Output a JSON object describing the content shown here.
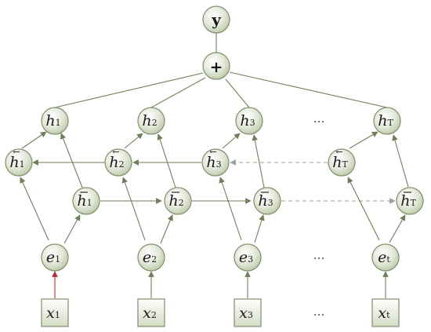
{
  "diagram": {
    "output": {
      "label": "y"
    },
    "sum": {
      "label": "+"
    },
    "ellipsis": "…",
    "overbar": "←",
    "inputs": [
      {
        "base": "x",
        "sub": "1"
      },
      {
        "base": "x",
        "sub": "2"
      },
      {
        "base": "x",
        "sub": "3"
      },
      {
        "base": "x",
        "sub": "t"
      }
    ],
    "embeddings": [
      {
        "base": "e",
        "sub": "1"
      },
      {
        "base": "e",
        "sub": "2"
      },
      {
        "base": "e",
        "sub": "3"
      },
      {
        "base": "e",
        "sub": "t"
      }
    ],
    "forward_states": [
      {
        "base": "h",
        "sub": "1"
      },
      {
        "base": "h",
        "sub": "2"
      },
      {
        "base": "h",
        "sub": "3"
      },
      {
        "base": "h",
        "sub": "T"
      }
    ],
    "backward_states": [
      {
        "base": "h",
        "sub": "1"
      },
      {
        "base": "h",
        "sub": "2"
      },
      {
        "base": "h",
        "sub": "3"
      },
      {
        "base": "h",
        "sub": "T"
      }
    ],
    "combined_states": [
      {
        "base": "h",
        "sub": "1"
      },
      {
        "base": "h",
        "sub": "2"
      },
      {
        "base": "h",
        "sub": "3"
      },
      {
        "base": "h",
        "sub": "T"
      }
    ]
  }
}
